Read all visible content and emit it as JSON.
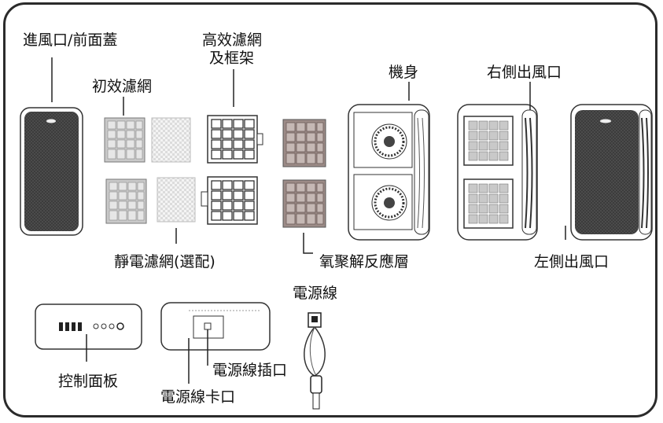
{
  "labels": {
    "intake_cover": "進風口/前面蓋",
    "primary_filter": "初效濾網",
    "hepa_filter_line1": "高效濾網",
    "hepa_filter_line2": "及框架",
    "body": "機身",
    "right_outlet": "右側出風口",
    "electrostatic_filter": "靜電濾網(選配)",
    "oxygen_layer": "氧聚解反應層",
    "left_outlet": "左側出風口",
    "power_cord": "電源線",
    "control_panel": "控制面板",
    "power_socket": "電源線插口",
    "cord_clip": "電源線卡口"
  },
  "colors": {
    "frame": "#2b2b2b",
    "grille": "#3a3a3a",
    "filter_gray": "#c9c9c9",
    "oxygen_brown": "#9c8b87"
  }
}
